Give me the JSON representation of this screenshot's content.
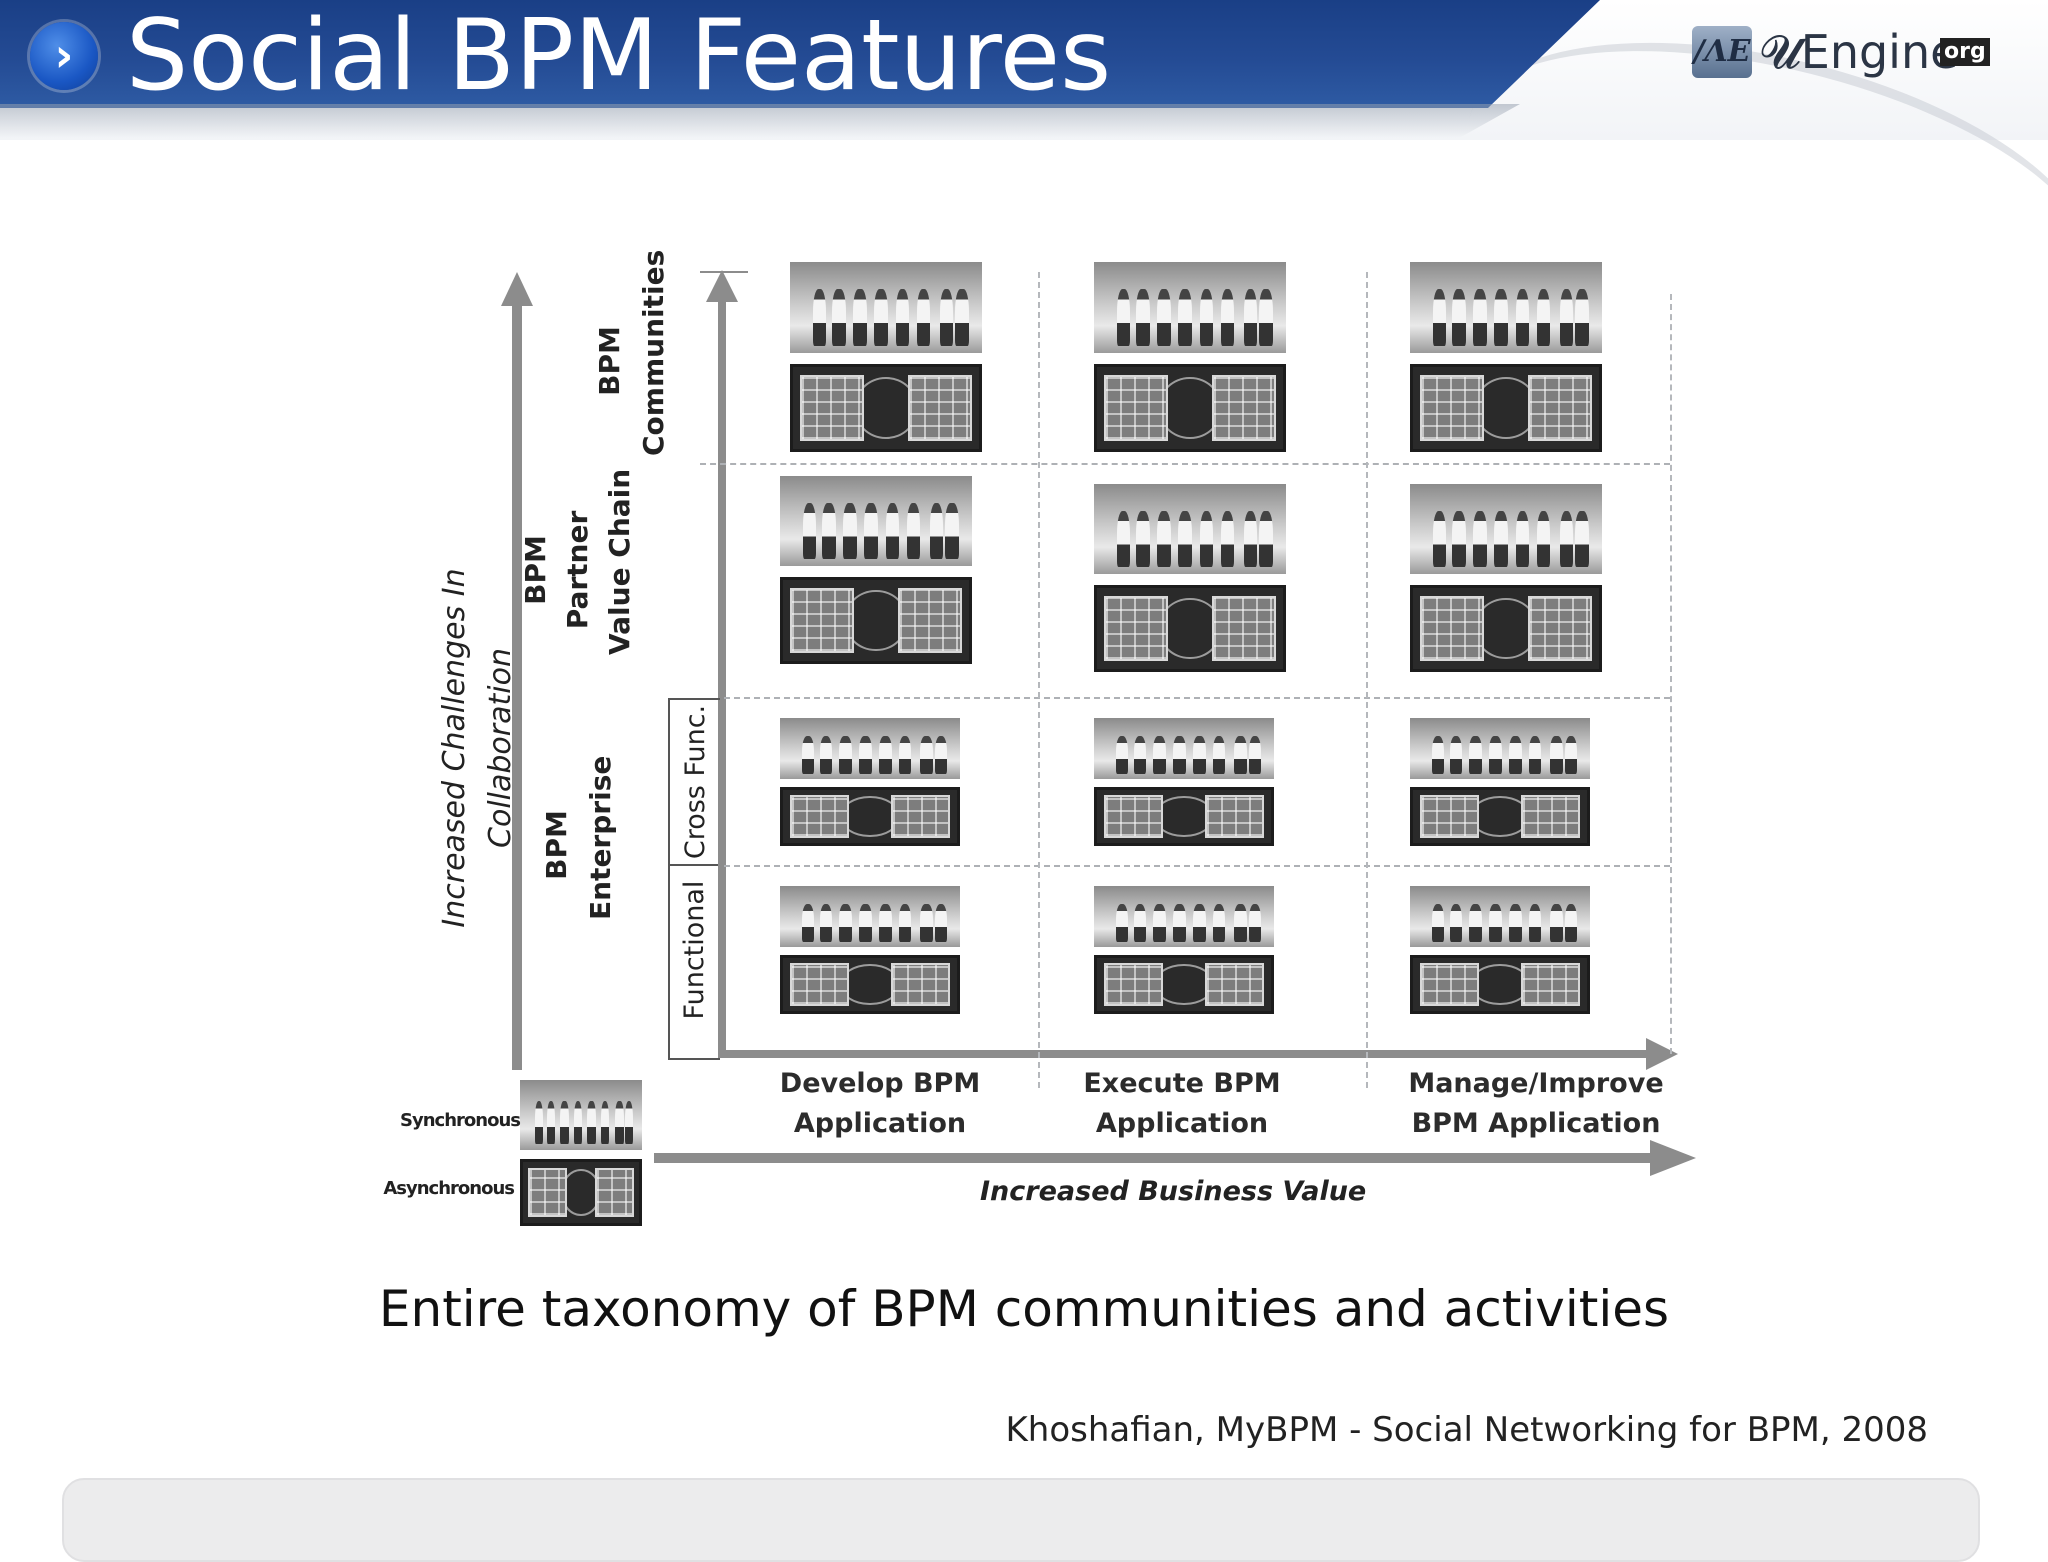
{
  "header": {
    "title": "Social BPM Features",
    "bullet_glyph": "›",
    "logo": {
      "mark": "/ΛE",
      "text": "𝓤Engine",
      "badge": "org"
    },
    "colors": {
      "band": "#244b94",
      "bullet": "#1a57c4"
    }
  },
  "diagram": {
    "y_axis_label": [
      "Increased Challenges In",
      "Collaboration"
    ],
    "x_axis_label": "Increased Business Value",
    "row_groups": {
      "communities": [
        "BPM",
        "Communities"
      ],
      "partner": [
        "BPM",
        "Partner",
        "Value Chain"
      ],
      "enterprise": [
        "BPM",
        "Enterprise"
      ],
      "cross_func": "Cross Func.",
      "functional": "Functional"
    },
    "columns": [
      [
        "Develop BPM",
        "Application"
      ],
      [
        "Execute BPM",
        "Application"
      ],
      [
        "Manage/Improve",
        "BPM Application"
      ]
    ],
    "legend": {
      "synchronous": "Synchronous",
      "asynchronous": "Asynchronous"
    }
  },
  "caption": "Entire taxonomy of BPM communities and activities",
  "citation": "Khoshafian, MyBPM - Social Networking for BPM, 2008"
}
